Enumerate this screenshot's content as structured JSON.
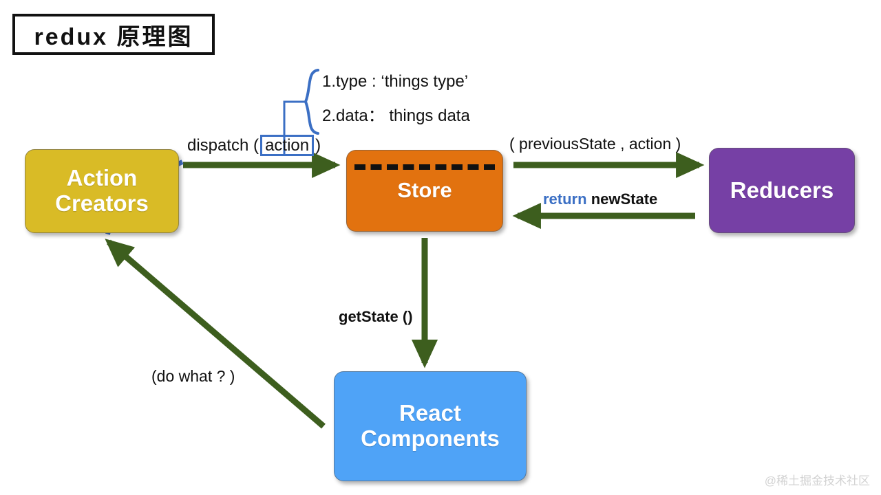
{
  "title": {
    "text": "redux 原理图"
  },
  "nodes": {
    "action_creators": {
      "label_line1": "Action",
      "label_line2": "Creators",
      "color": "#d9bb26"
    },
    "store": {
      "label": "Store",
      "color": "#e2720f"
    },
    "reducers": {
      "label": "Reducers",
      "color": "#7640a5"
    },
    "react_components": {
      "label_line1": "React",
      "label_line2": "Components",
      "color": "#4fa3f7"
    }
  },
  "labels": {
    "dispatch_prefix": "dispatch (",
    "dispatch_chip": "action",
    "dispatch_suffix": ")",
    "previous_state": "( previousState , action )",
    "return_keyword": "return",
    "return_value": "newState",
    "get_state": "getState ()",
    "do_what": "(do what ? )"
  },
  "brace": {
    "line1": "1.type : ‘things type’",
    "line2": "2.data： things data"
  },
  "watermark": "@稀土掘金技术社区",
  "colors": {
    "arrow_green": "#3d5e1e",
    "accent_blue": "#3b6fc4",
    "dotted_blue": "#4472c4",
    "title_border": "#111111",
    "watermark_gray": "#d3d3d3"
  }
}
